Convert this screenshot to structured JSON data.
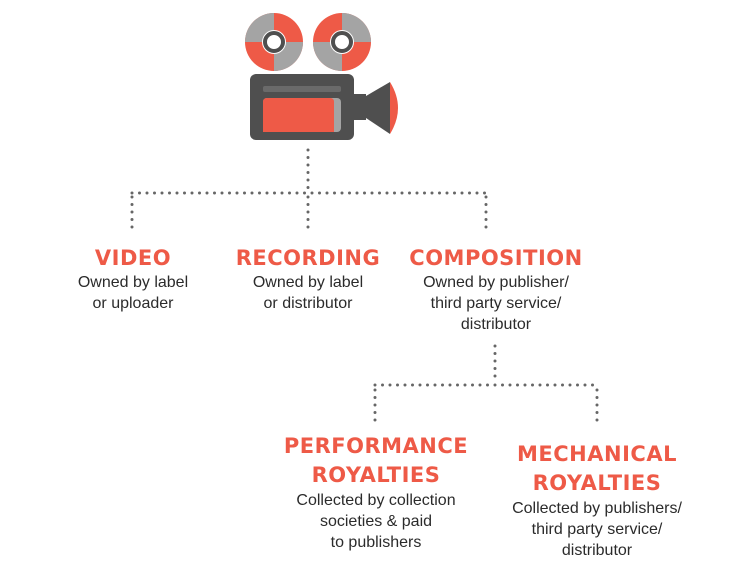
{
  "colors": {
    "accent": "#ee5a47",
    "dark": "#4f4f4f",
    "mid": "#a4a4a4",
    "text": "#2b2b2b",
    "dots": "#666666"
  },
  "icon": "film-camera-icon",
  "nodes": {
    "video": {
      "title": "VIDEO",
      "desc": "Owned by label\nor uploader"
    },
    "recording": {
      "title": "RECORDING",
      "desc": "Owned by label\nor distributor"
    },
    "composition": {
      "title": "COMPOSITION",
      "desc": "Owned by publisher/\nthird party service/\ndistributor"
    },
    "performance": {
      "title": "PERFORMANCE\nROYALTIES",
      "desc": "Collected by collection\nsocieties & paid\nto publishers"
    },
    "mechanical": {
      "title": "MECHANICAL\nROYALTIES",
      "desc": "Collected by publishers/\nthird party service/\ndistributor"
    }
  }
}
